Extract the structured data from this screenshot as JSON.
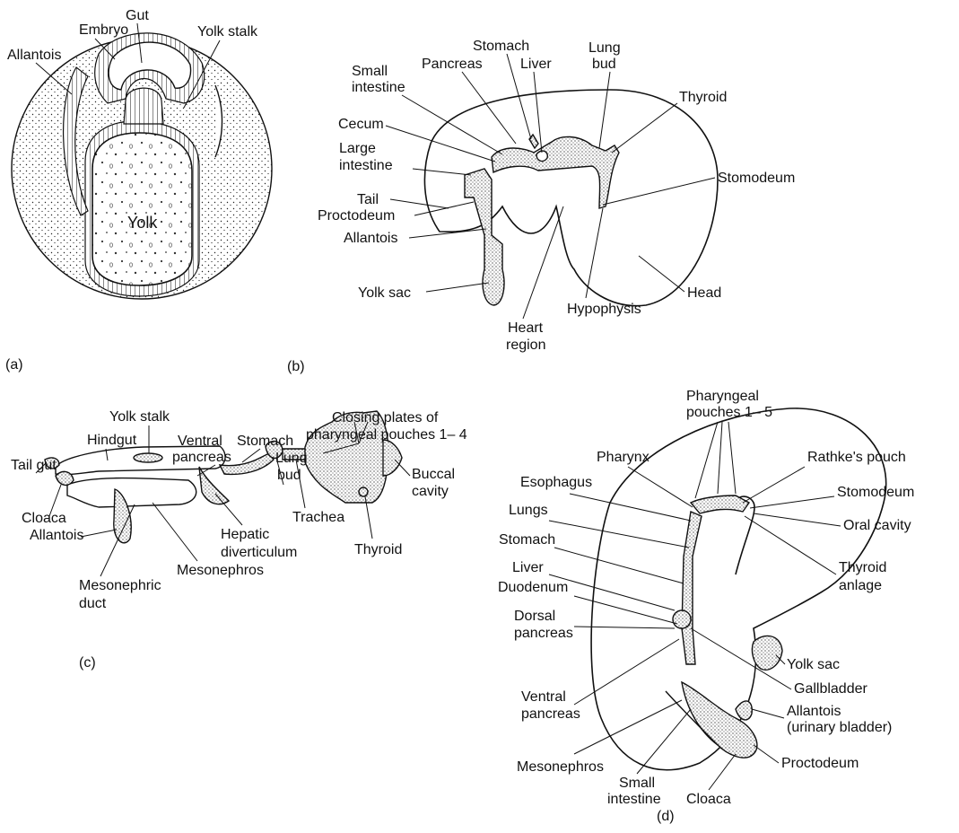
{
  "panels": {
    "a": {
      "tag": "(a)",
      "labels": {
        "gut": "Gut",
        "embryo": "Embryo",
        "yolk_stalk": "Yolk stalk",
        "allantois": "Allantois",
        "yolk": "Yolk"
      }
    },
    "b": {
      "tag": "(b)",
      "labels": {
        "stomach": "Stomach",
        "pancreas": "Pancreas",
        "liver": "Liver",
        "lung_bud": [
          "Lung",
          "bud"
        ],
        "small_intestine": [
          "Small",
          "intestine"
        ],
        "thyroid": "Thyroid",
        "cecum": "Cecum",
        "large_intestine": [
          "Large",
          "intestine"
        ],
        "stomodeum": "Stomodeum",
        "tail": "Tail",
        "proctodeum": "Proctodeum",
        "allantois": "Allantois",
        "head": "Head",
        "yolk_sac": "Yolk sac",
        "hypophysis": "Hypophysis",
        "heart_region": [
          "Heart",
          "region"
        ]
      }
    },
    "c": {
      "tag": "(c)",
      "labels": {
        "yolk_stalk": "Yolk stalk",
        "closing_plates": [
          "Closing plates of",
          "pharyngeal pouches 1– 4"
        ],
        "hindgut": "Hindgut",
        "ventral_pancreas": [
          "Ventral",
          "pancreas"
        ],
        "stomach": "Stomach",
        "lung_bud": [
          "Lung",
          "bud"
        ],
        "tail_gut": "Tail gut",
        "buccal_cavity": [
          "Buccal",
          "cavity"
        ],
        "cloaca": "Cloaca",
        "trachea": "Trachea",
        "allantois": "Allantois",
        "hepatic_diverticulum": [
          "Hepatic",
          "diverticulum"
        ],
        "thyroid": "Thyroid",
        "mesonephros": "Mesonephros",
        "mesonephric_duct": [
          "Mesonephric",
          "duct"
        ]
      }
    },
    "d": {
      "tag": "(d)",
      "labels": {
        "pharyngeal_pouches": [
          "Pharyngeal",
          "pouches 1– 5"
        ],
        "pharynx": "Pharynx",
        "rathkes_pouch": "Rathke's pouch",
        "esophagus": "Esophagus",
        "stomodeum": "Stomodeum",
        "lungs": "Lungs",
        "oral_cavity": "Oral cavity",
        "stomach": "Stomach",
        "liver": "Liver",
        "thyroid_anlage": [
          "Thyroid",
          "anlage"
        ],
        "duodenum": "Duodenum",
        "dorsal_pancreas": [
          "Dorsal",
          "pancreas"
        ],
        "yolk_sac": "Yolk sac",
        "gallbladder": "Gallbladder",
        "ventral_pancreas": [
          "Ventral",
          "pancreas"
        ],
        "allantois": [
          "Allantois",
          "(urinary bladder)"
        ],
        "mesonephros": "Mesonephros",
        "proctodeum": "Proctodeum",
        "small_intestine": [
          "Small",
          "intestine"
        ],
        "cloaca": "Cloaca"
      }
    }
  }
}
